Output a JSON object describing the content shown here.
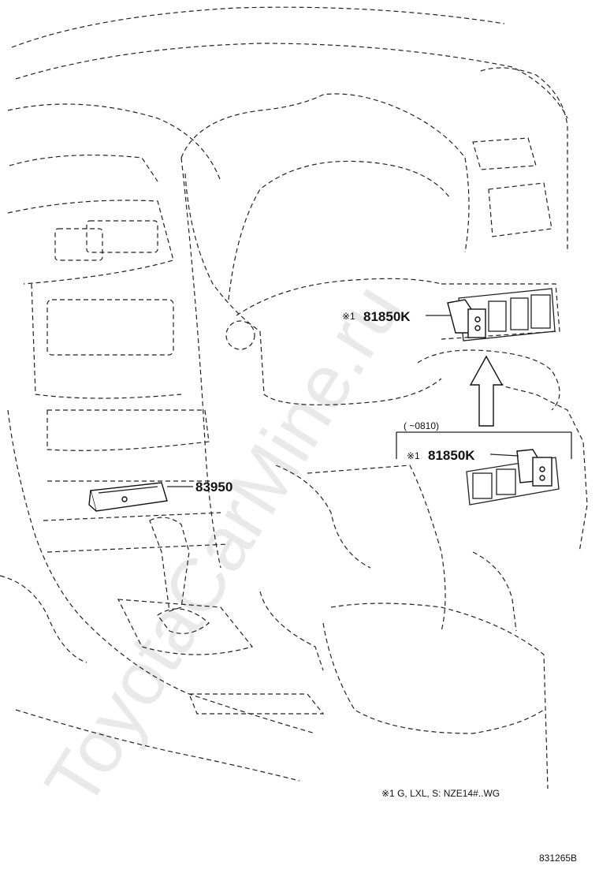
{
  "watermark": "ToyotaCarMine.ru",
  "labels": {
    "part_81850k_upper_prefix": "※1",
    "part_81850k_upper": "81850K",
    "part_81850k_lower_prefix": "※1",
    "part_81850k_lower": "81850K",
    "part_83950": "83950",
    "date_range": "(    ~0810)",
    "footnote": "※1 G, LXL, S: NZE14#..WG",
    "diagram_id": "831265B"
  }
}
